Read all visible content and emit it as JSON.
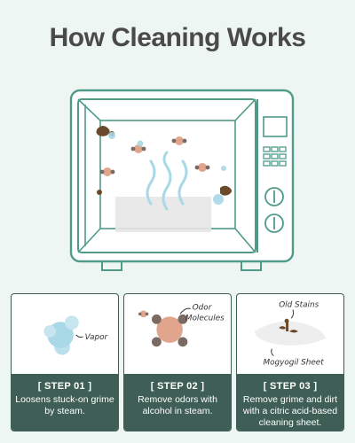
{
  "title": "How Cleaning Works",
  "colors": {
    "background": "#eef6f4",
    "oven_outline": "#4f9b88",
    "card_footer": "#3f5e55",
    "grime": "#6b4a2b",
    "odor": "#e0a58c",
    "steam": "#a9d8e6"
  },
  "icons": {
    "oven": "microwave-oven-icon",
    "steam": "steam-wave-icon",
    "grime": "grime-stain-icon",
    "odor": "odor-molecule-icon",
    "vapor": "vapor-bubble-icon",
    "sheet": "cleaning-sheet-icon"
  },
  "steps": [
    {
      "step": "[ STEP 01 ]",
      "desc": "Loosens stuck-on grime by steam.",
      "annotations": [
        "Vapor"
      ]
    },
    {
      "step": "[ STEP 02 ]",
      "desc": "Remove odors with alcohol in steam.",
      "annotations": [
        "Odor",
        "Molecules"
      ]
    },
    {
      "step": "[ STEP 03 ]",
      "desc": "Remove grime and dirt with a citric acid-based cleaning sheet.",
      "annotations": [
        "Old Stains",
        "Mogyogil Sheet"
      ]
    }
  ]
}
